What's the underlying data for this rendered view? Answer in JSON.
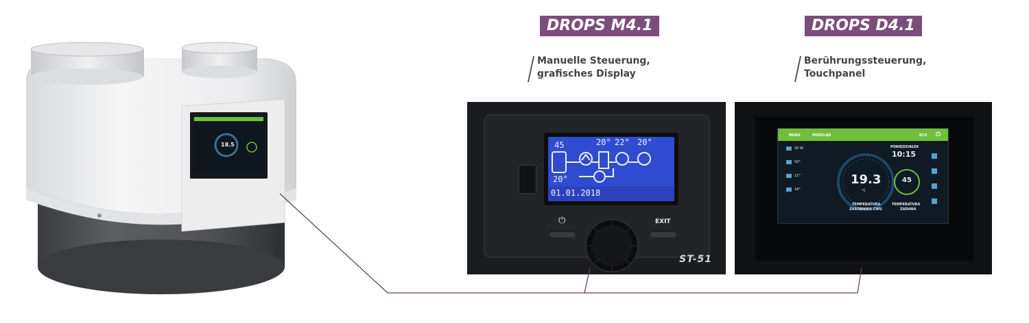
{
  "products": [
    {
      "model": "DROPS M4.1",
      "feature_line1": "Manuelle Steuerung,",
      "feature_line2": "grafisches Display",
      "panel": {
        "lcd_temp_1": "20°",
        "lcd_temp_2": "22°",
        "lcd_temp_3": "20°",
        "lcd_temp_4": "20°",
        "lcd_level": "45",
        "lcd_date": "01.01.2018",
        "power_symbol": "⏻",
        "exit_label": "EXIT",
        "model_label": "ST-51"
      }
    },
    {
      "model": "DROPS D4.1",
      "feature_line1": "Berührungssteuerung,",
      "feature_line2": "Touchpanel",
      "panel": {
        "menu_label": "MENU",
        "topbar_label": "PODGLĄD",
        "eco_label": "ECO",
        "day_label": "PONIEDZIAŁEK",
        "time": "10:15",
        "main_temp": "19.3",
        "main_unit": "°C",
        "main_caption_1": "TEMPERATURA",
        "main_caption_2": "ZASOBNIKA CWU",
        "set_temp": "45",
        "set_caption_1": "TEMPERATURA",
        "set_caption_2": "ZADANA",
        "left_vals": [
          "20 W",
          "50°",
          "11°",
          "18°"
        ]
      }
    }
  ],
  "unit_screen": {
    "temp": "18.5"
  },
  "colors": {
    "tag_bg": "#7b4d7b",
    "connector": "#6a3f6a",
    "touch_accent": "#6fbf3a",
    "lcd_blue": "#2f4bd0"
  }
}
